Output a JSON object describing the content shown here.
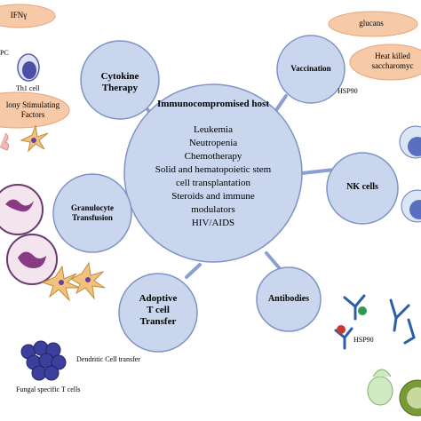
{
  "center": {
    "title": "Immunocompromised host",
    "conditions": [
      "Leukemia",
      "Neutropenia",
      "Chemotherapy",
      "Solid and hematopoietic stem",
      "cell transplantation",
      "Steroids and immune",
      "modulators",
      "HIV/AIDS"
    ]
  },
  "therapies": {
    "cytokine": {
      "line1": "Cytokine",
      "line2": "Therapy"
    },
    "vaccination": {
      "line1": "Vaccination"
    },
    "nk": {
      "line1": "NK cells"
    },
    "antibodies": {
      "line1": "Antibodies"
    },
    "adoptive": {
      "line1": "Adoptive",
      "line2": "T cell",
      "line3": "Transfer"
    },
    "granulocyte": {
      "line1": "Granulocyte",
      "line2": "Transfusion"
    }
  },
  "side_labels": {
    "ifn": "IFNγ",
    "pc": "PC",
    "th1": "Th1 cell",
    "csf_line1": "lony Stimulating",
    "csf_line2": "Factors",
    "glucans": "glucans",
    "heat_line1": "Heat killed",
    "heat_line2": "saccharomyc",
    "hsp90_top": "HSP90",
    "hsp90_bottom": "HSP90",
    "dendritic": "Dendritic Cell transfer",
    "fungal": "Fungal specific T cells"
  },
  "colors": {
    "circle_fill": "#c9d6ee",
    "circle_stroke": "#7f93c4",
    "connector": "#8aa0d2",
    "pill_fill": "#f6c9a7",
    "pill_stroke": "#e7a57a"
  }
}
